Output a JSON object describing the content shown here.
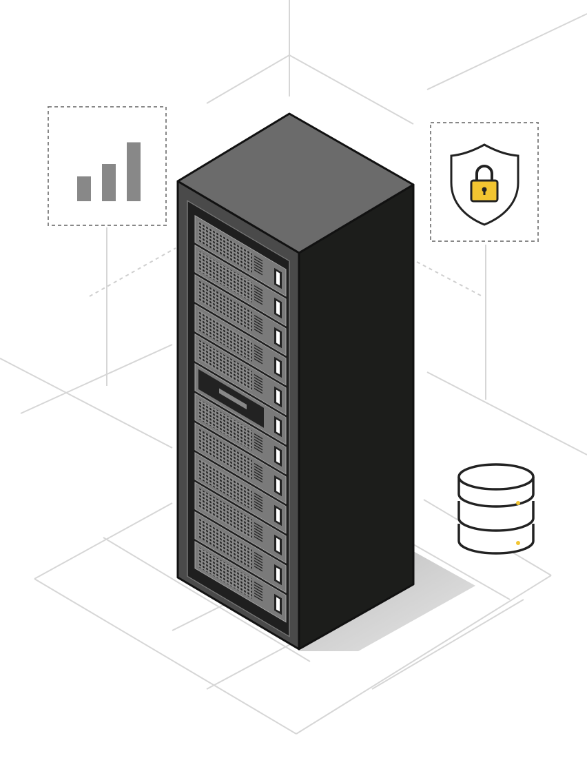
{
  "scene": {
    "subject": "server-rack",
    "icons": [
      "bar-chart-icon",
      "shield-lock-icon",
      "database-icon"
    ],
    "rack_units": 12
  },
  "colors": {
    "rack_top": "#6b6b6b",
    "rack_front": "#3a3a3a",
    "rack_side": "#1c1d1b",
    "unit_face": "#7a7a7a",
    "accent_yellow": "#f2c531",
    "bar_gray": "#888888",
    "grid_line": "#d9d9d9",
    "shadow": "#c8c8c8"
  },
  "chart_icon": {
    "bar_levels": [
      0.4,
      0.6,
      0.95
    ]
  }
}
